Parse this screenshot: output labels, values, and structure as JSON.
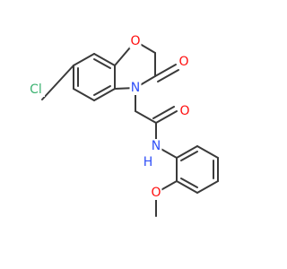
{
  "structure": {
    "atoms": [
      {
        "id": "cl",
        "label": "Cl",
        "color": "#3cb371"
      },
      {
        "id": "o_ring",
        "label": "O",
        "color": "#ff0d0d"
      },
      {
        "id": "o_lactam",
        "label": "O",
        "color": "#ff0d0d"
      },
      {
        "id": "n_ring",
        "label": "N",
        "color": "#3050f8"
      },
      {
        "id": "o_amide",
        "label": "O",
        "color": "#ff0d0d"
      },
      {
        "id": "nh",
        "label": "N",
        "color": "#3050f8"
      },
      {
        "id": "h_nh",
        "label": "H",
        "color": "#3050f8"
      },
      {
        "id": "o_methoxy",
        "label": "O",
        "color": "#ff0d0d"
      }
    ],
    "bond_color": "#3a3a3a"
  }
}
